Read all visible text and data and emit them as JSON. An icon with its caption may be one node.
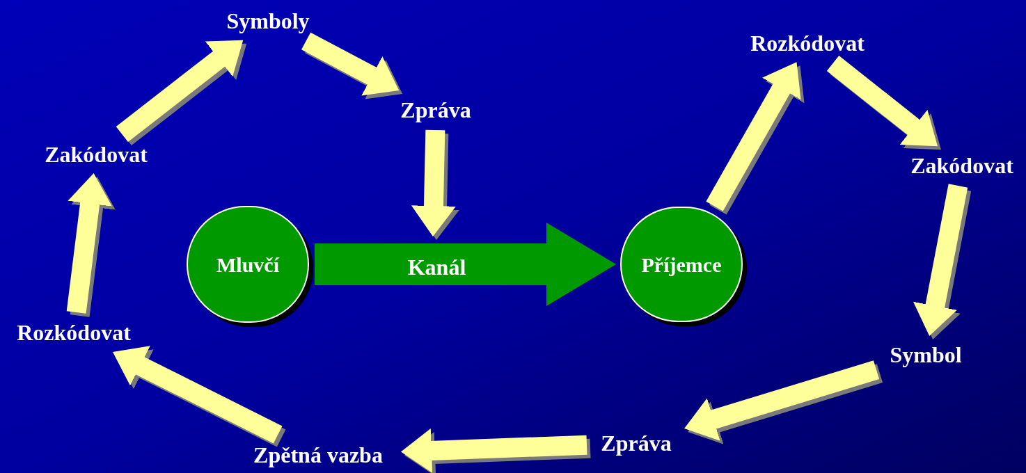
{
  "diagram": {
    "nodes": [
      {
        "text": [
          "Mluvčí"
        ]
      },
      {
        "text": [
          "Příjemce"
        ]
      },
      {
        "text": [
          "Zakódovat"
        ]
      },
      {
        "text": [
          "Symboly"
        ]
      },
      {
        "text": [
          "Zpráva"
        ]
      },
      {
        "text": [
          "Rozkódovat"
        ]
      },
      {
        "text": [
          "Zakódovat"
        ]
      },
      {
        "text": [
          "Symbol"
        ]
      },
      {
        "text": [
          "Zpráva"
        ]
      },
      {
        "text": [
          "Zpětná vazba"
        ]
      },
      {
        "text": [
          "Rozkódovat"
        ]
      }
    ],
    "edges": [
      {
        "from": 0,
        "to": 1,
        "arrow": "to",
        "label": "Kanál",
        "style": "thick",
        "color": "#009900"
      },
      {
        "from": 10,
        "to": 2,
        "arrow": "to"
      },
      {
        "from": 2,
        "to": 3,
        "arrow": "to"
      },
      {
        "from": 3,
        "to": 4,
        "arrow": "to"
      },
      {
        "from": 4,
        "to": null,
        "arrow": "to"
      },
      {
        "from": 1,
        "to": 5,
        "arrow": "to"
      },
      {
        "from": 5,
        "to": 6,
        "arrow": "to"
      },
      {
        "from": 6,
        "to": 7,
        "arrow": "to"
      },
      {
        "from": 7,
        "to": 8,
        "arrow": "to"
      },
      {
        "from": 8,
        "to": 9,
        "arrow": "to"
      },
      {
        "from": 9,
        "to": 10,
        "arrow": "to"
      }
    ]
  }
}
